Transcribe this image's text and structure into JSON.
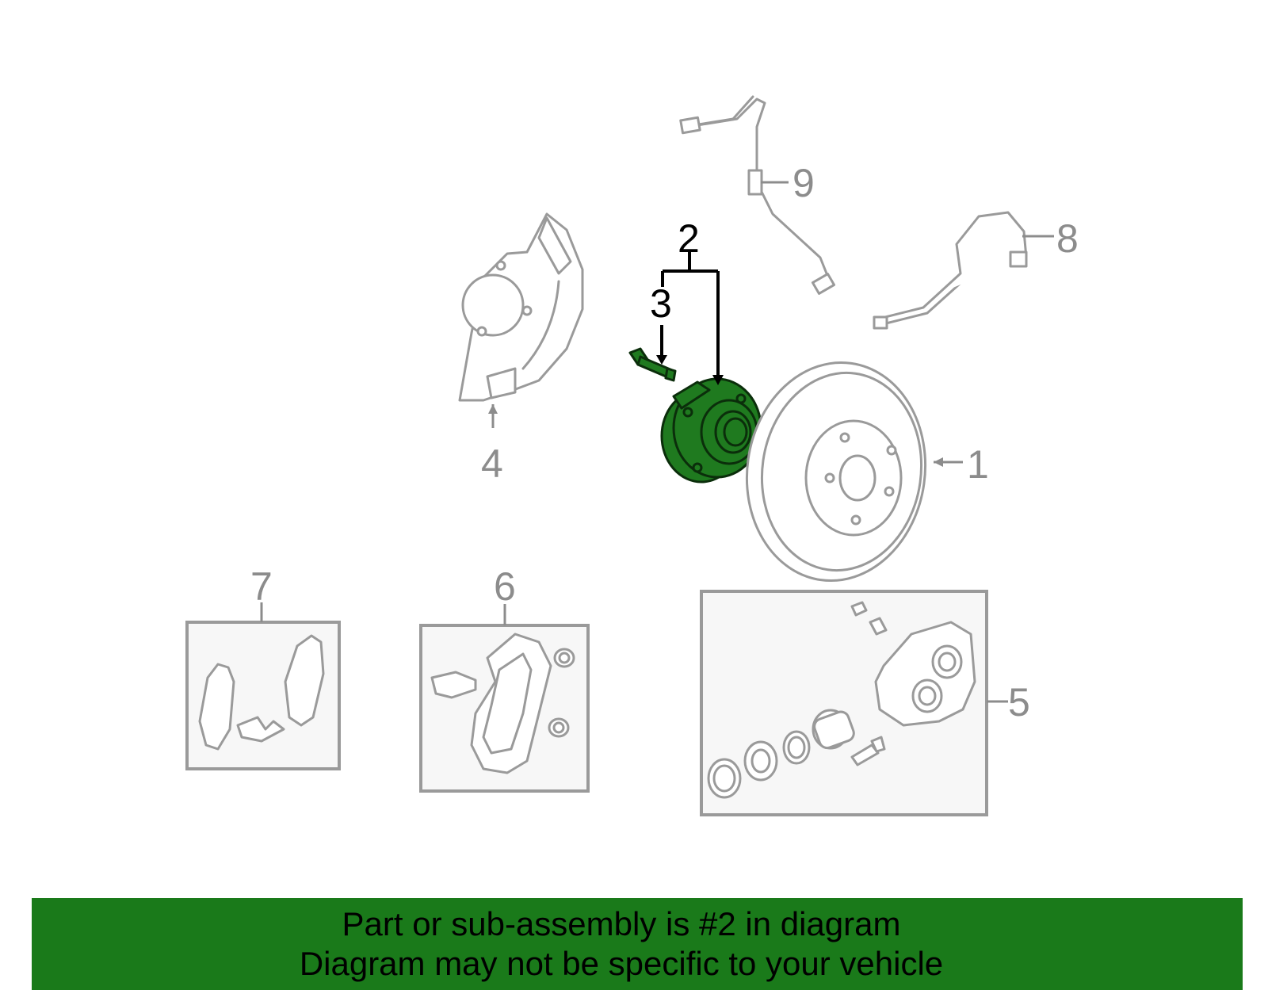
{
  "callouts": {
    "c1": "1",
    "c2": "2",
    "c3": "3",
    "c4": "4",
    "c5": "5",
    "c6": "6",
    "c7": "7",
    "c8": "8",
    "c9": "9"
  },
  "highlight": {
    "part_number": "2",
    "color": "#1f7a1f"
  },
  "banner": {
    "line1": "Part or sub-assembly is #2 in diagram",
    "line2": "Diagram may not be specific to your vehicle",
    "background": "#1a7a1a"
  }
}
